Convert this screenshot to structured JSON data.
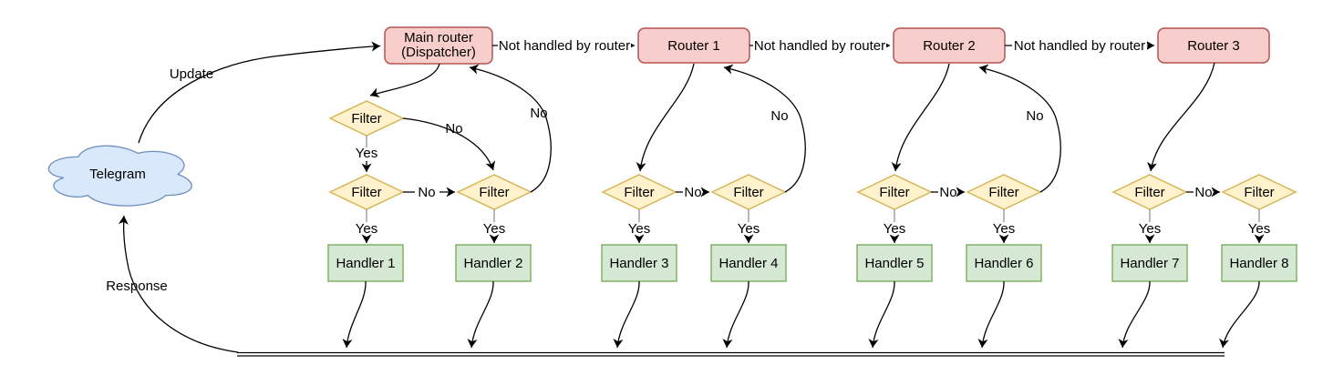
{
  "diagram": {
    "cloud_label": "Telegram",
    "labels": {
      "update": "Update",
      "response": "Response",
      "not_handled": "Not handled by router",
      "yes": "Yes",
      "no": "No",
      "filter": "Filter"
    },
    "main_router": {
      "line1": "Main router",
      "line2": "(Dispatcher)"
    },
    "routers": [
      "Router 1",
      "Router 2",
      "Router 3"
    ],
    "handlers": [
      "Handler 1",
      "Handler 2",
      "Handler 3",
      "Handler 4",
      "Handler 5",
      "Handler 6",
      "Handler 7",
      "Handler 8"
    ],
    "colors": {
      "router_fill": "#f8cecc",
      "router_stroke": "#b85450",
      "filter_fill": "#fff2cc",
      "filter_stroke": "#d6b656",
      "handler_fill": "#d5e8d4",
      "handler_stroke": "#82b366",
      "cloud_fill": "#dae8fc",
      "cloud_stroke": "#6c8ebf",
      "edge": "#000000",
      "stub": "#9a9a9a"
    }
  }
}
